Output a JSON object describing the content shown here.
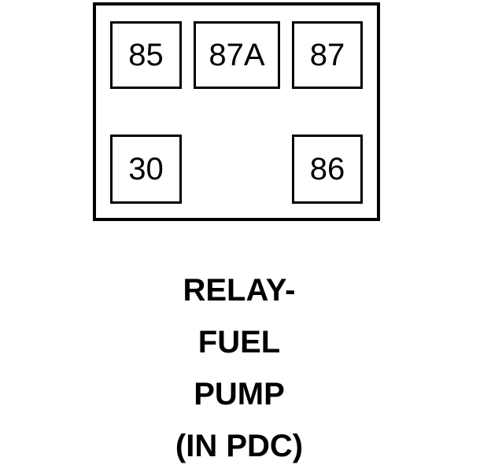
{
  "diagram": {
    "type": "relay-terminal-pinout",
    "component_name": "RELAY-FUEL PUMP",
    "location": "IN PDC",
    "colors": {
      "background": "#ffffff",
      "stroke": "#000000",
      "fill": "#ffffff"
    },
    "body": {
      "label": "relay-body-outline"
    },
    "terminals": [
      {
        "id": "85",
        "label": "85",
        "row": "top",
        "position": "left"
      },
      {
        "id": "87A",
        "label": "87A",
        "row": "top",
        "position": "center"
      },
      {
        "id": "87",
        "label": "87",
        "row": "top",
        "position": "right"
      },
      {
        "id": "30",
        "label": "30",
        "row": "bottom",
        "position": "left"
      },
      {
        "id": "86",
        "label": "86",
        "row": "bottom",
        "position": "right"
      }
    ],
    "caption": {
      "lines": [
        "RELAY-",
        "FUEL",
        "PUMP",
        "(IN PDC)"
      ]
    }
  }
}
